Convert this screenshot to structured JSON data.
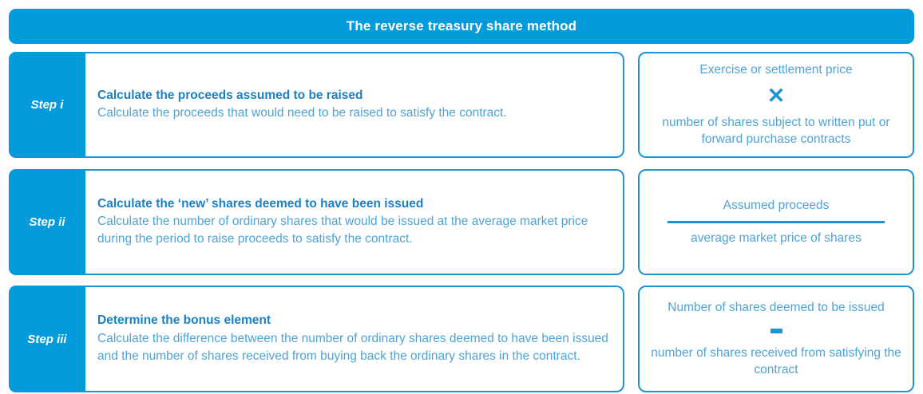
{
  "header": {
    "title": "The reverse treasury share method"
  },
  "colors": {
    "accent_blue": "#039BDB",
    "border_blue": "#1E94D2",
    "heading_blue": "#1B80C4",
    "body_blue": "#4FA3D6",
    "card_background": "#FFFFFF"
  },
  "rows": [
    {
      "step_label": "Step i",
      "heading": "Calculate the proceeds assumed to be raised",
      "body": "Calculate the proceeds that would need to be raised to satisfy the contract.",
      "formula": {
        "operator": "multiply",
        "operator_glyph": "✕",
        "top": "Exercise or settlement price",
        "bottom": "number of shares subject to written put or forward purchase contracts"
      }
    },
    {
      "step_label": "Step ii",
      "heading": "Calculate the ‘new’ shares deemed to have been issued",
      "body": "Calculate the number of ordinary shares that would be issued at the average market price during the period to raise proceeds to satisfy the contract.",
      "formula": {
        "operator": "divide",
        "operator_glyph": "",
        "top": "Assumed proceeds",
        "bottom": "average market price of shares"
      }
    },
    {
      "step_label": "Step iii",
      "heading": "Determine the bonus element",
      "body": "Calculate the difference between the number of ordinary shares deemed to have been issued and the number of shares received from buying back the ordinary shares in the contract.",
      "formula": {
        "operator": "minus",
        "operator_glyph": "–",
        "top": "Number of shares deemed to be issued",
        "bottom": "number of shares received from satisfying the contract"
      }
    }
  ]
}
